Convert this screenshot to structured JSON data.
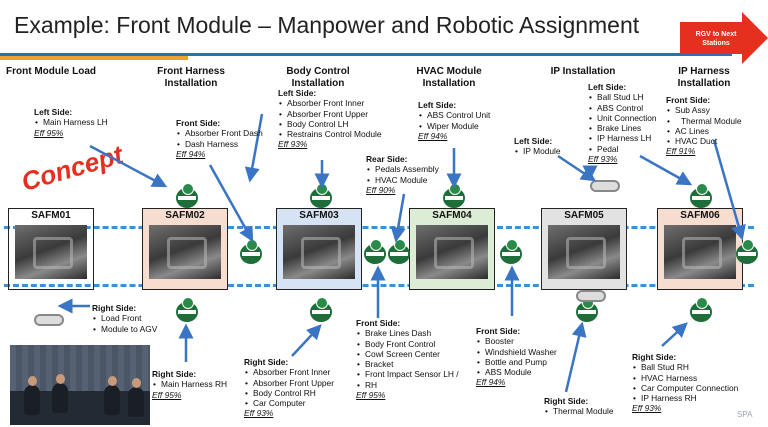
{
  "slide": {
    "title": "Example: Front Module – Manpower and Robotic Assignment",
    "rgv_label": "RGV to Next Stations",
    "concept_label": "Concept",
    "logo_text": "SPA"
  },
  "columns": [
    {
      "id": "c1",
      "heading": "Front Module Load"
    },
    {
      "id": "c2",
      "heading": "Front Harness Installation"
    },
    {
      "id": "c3",
      "heading": "Body Control Installation"
    },
    {
      "id": "c4",
      "heading": "HVAC Module Installation"
    },
    {
      "id": "c5",
      "heading": "IP Installation"
    },
    {
      "id": "c6",
      "heading": "IP Harness Installation"
    }
  ],
  "stations": [
    {
      "label": "SAFM01",
      "color": "#ffffff"
    },
    {
      "label": "SAFM02",
      "color": "#f6ddd0"
    },
    {
      "label": "SAFM03",
      "color": "#d6e3f5"
    },
    {
      "label": "SAFM04",
      "color": "#ddecd4"
    },
    {
      "label": "SAFM05",
      "color": "#e2e2e2"
    },
    {
      "label": "SAFM06",
      "color": "#f6ddd0"
    }
  ],
  "notes": {
    "n1_left": {
      "side": "Left Side:",
      "items": [
        "Main Harness LH"
      ],
      "eff": "Eff 95%"
    },
    "n1_right": {
      "side": "Right Side:",
      "items": [
        "Load Front",
        "Module to AGV"
      ],
      "eff": ""
    },
    "n2_front": {
      "side": "Front Side:",
      "items": [
        "Absorber Front Dash",
        "Dash Harness"
      ],
      "eff": "Eff 94%"
    },
    "n2_right": {
      "side": "Right Side:",
      "items": [
        "Main Harness RH"
      ],
      "eff": "Eff 95%"
    },
    "n3_left": {
      "side": "Left Side:",
      "items": [
        "Absorber Front Inner",
        "Absorber Front Upper",
        "Body Control LH",
        "Restrains Control Module"
      ],
      "eff": "Eff 93%"
    },
    "n3_right": {
      "side": "Right Side:",
      "items": [
        "Absorber Front Inner",
        "Absorber Front Upper",
        "Body Control RH",
        "Car Computer"
      ],
      "eff": "Eff 93%"
    },
    "n4_left": {
      "side": "Left Side:",
      "items": [
        "ABS Control Unit",
        "Wiper Module"
      ],
      "eff": "Eff 94%"
    },
    "n4_rear": {
      "side": "Rear Side:",
      "items": [
        "Pedals Assembly",
        "HVAC Module"
      ],
      "eff": "Eff 90%"
    },
    "n4_front": {
      "side": "Front Side:",
      "items": [
        "Brake Lines Dash",
        "Body Front Control",
        "Cowl Screen Center",
        "Bracket",
        "Front Impact Sensor LH /",
        "RH"
      ],
      "eff": "Eff 95%"
    },
    "n5_left_ip": {
      "side": "Left Side:",
      "items": [
        "IP Module"
      ],
      "eff": ""
    },
    "n5_left": {
      "side": "Left Side:",
      "items": [
        "Ball Stud LH",
        "ABS Control",
        "Unit Connection",
        "Brake Lines",
        "IP Harness LH",
        "Pedal"
      ],
      "eff": "Eff 93%"
    },
    "n5_front": {
      "side": "Front Side:",
      "items": [
        "Booster",
        "Windshield Washer",
        "Bottle and Pump",
        "ABS Module"
      ],
      "eff": "Eff 94%"
    },
    "n5_right": {
      "side": "Right Side:",
      "items": [
        "Thermal Module"
      ],
      "eff": ""
    },
    "n6_front": {
      "side": "Front Side:",
      "items": [
        "Sub Assy",
        "Thermal Module",
        "AC Lines",
        "HVAC Duct"
      ],
      "eff": "Eff 91%"
    },
    "n6_right": {
      "side": "Right Side:",
      "items": [
        "Ball Stud RH",
        "HVAC Harness",
        "Car Computer Connection",
        "IP Harness RH"
      ],
      "eff": "Eff 93%"
    }
  },
  "colors": {
    "accent_blue": "#2e6dbf",
    "accent_orange": "#f0a030",
    "rgv_red": "#e5301f",
    "robot_green": "#1e6e3a",
    "conveyor": "#3d8fd6"
  }
}
